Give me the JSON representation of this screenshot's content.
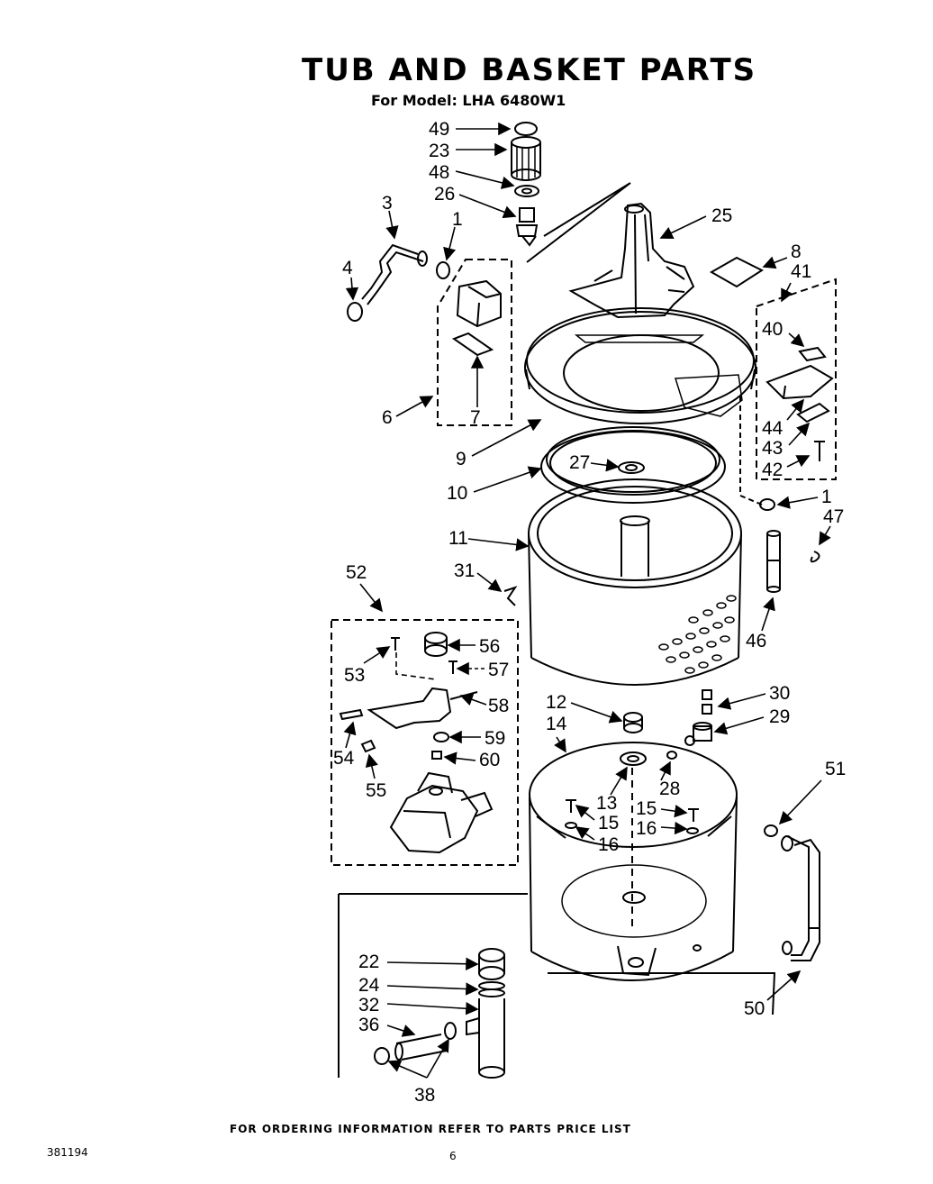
{
  "title": "TUB AND BASKET PARTS",
  "model": "For Model: LHA 6480W1",
  "footer": "FOR ORDERING INFORMATION REFER TO PARTS PRICE LIST",
  "doc_number": "381194",
  "page_number": "6",
  "callouts": {
    "c49": "49",
    "c23": "23",
    "c48": "48",
    "c26": "26",
    "c25": "25",
    "c3": "3",
    "c1a": "1",
    "c4": "4",
    "c6": "6",
    "c7": "7",
    "c8": "8",
    "c41": "41",
    "c40": "40",
    "c44": "44",
    "c43": "43",
    "c42": "42",
    "c9": "9",
    "c27": "27",
    "c10": "10",
    "c1b": "1",
    "c47": "47",
    "c11": "11",
    "c31": "31",
    "c46": "46",
    "c52": "52",
    "c56": "56",
    "c53": "53",
    "c57": "57",
    "c58": "58",
    "c54": "54",
    "c59": "59",
    "c60": "60",
    "c55": "55",
    "c30": "30",
    "c29": "29",
    "c12": "12",
    "c14": "14",
    "c28": "28",
    "c13": "13",
    "c15a": "15",
    "c16a": "16",
    "c15b": "15",
    "c16b": "16",
    "c51": "51",
    "c22": "22",
    "c24": "24",
    "c32": "32",
    "c36": "36",
    "c38": "38",
    "c50": "50"
  }
}
